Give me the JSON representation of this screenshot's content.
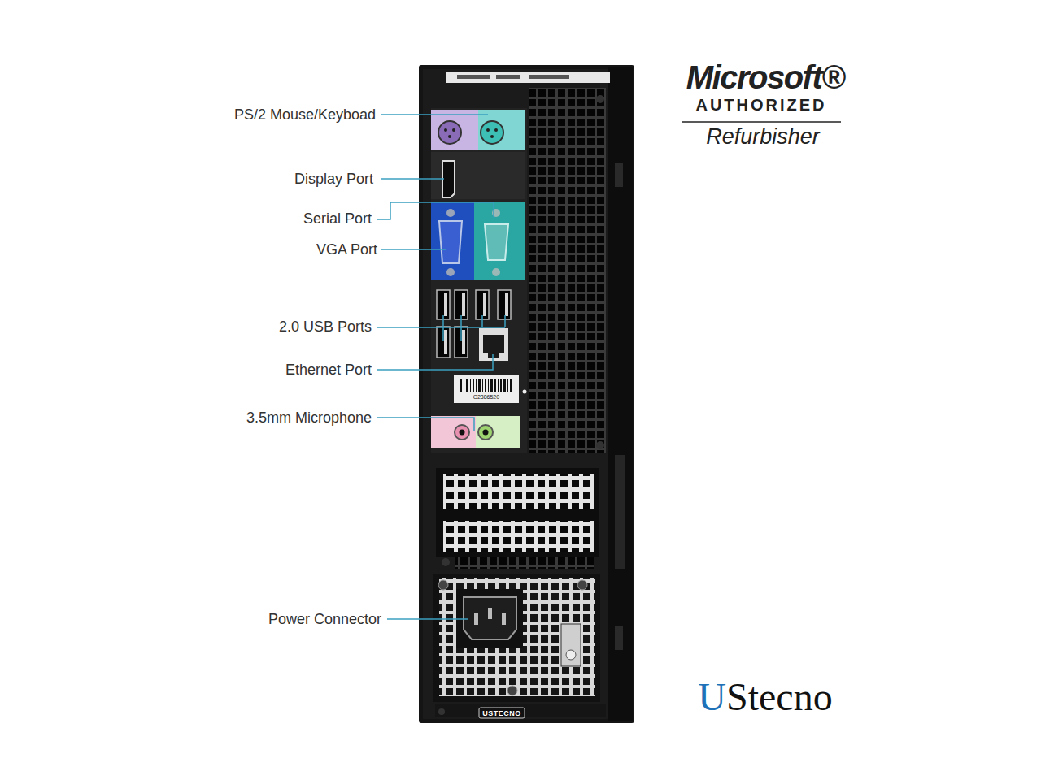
{
  "diagram": {
    "labels": [
      "PS/2 Mouse/Keyboad",
      "Display Port",
      "Serial Port",
      "VGA Port",
      "2.0 USB Ports",
      "Ethernet Port",
      "3.5mm Microphone",
      "Power Connector",
      "Microsoft®",
      "AUTHORIZED",
      "Refurbisher",
      "UStecno",
      "USTECNO",
      "C2386520"
    ]
  }
}
